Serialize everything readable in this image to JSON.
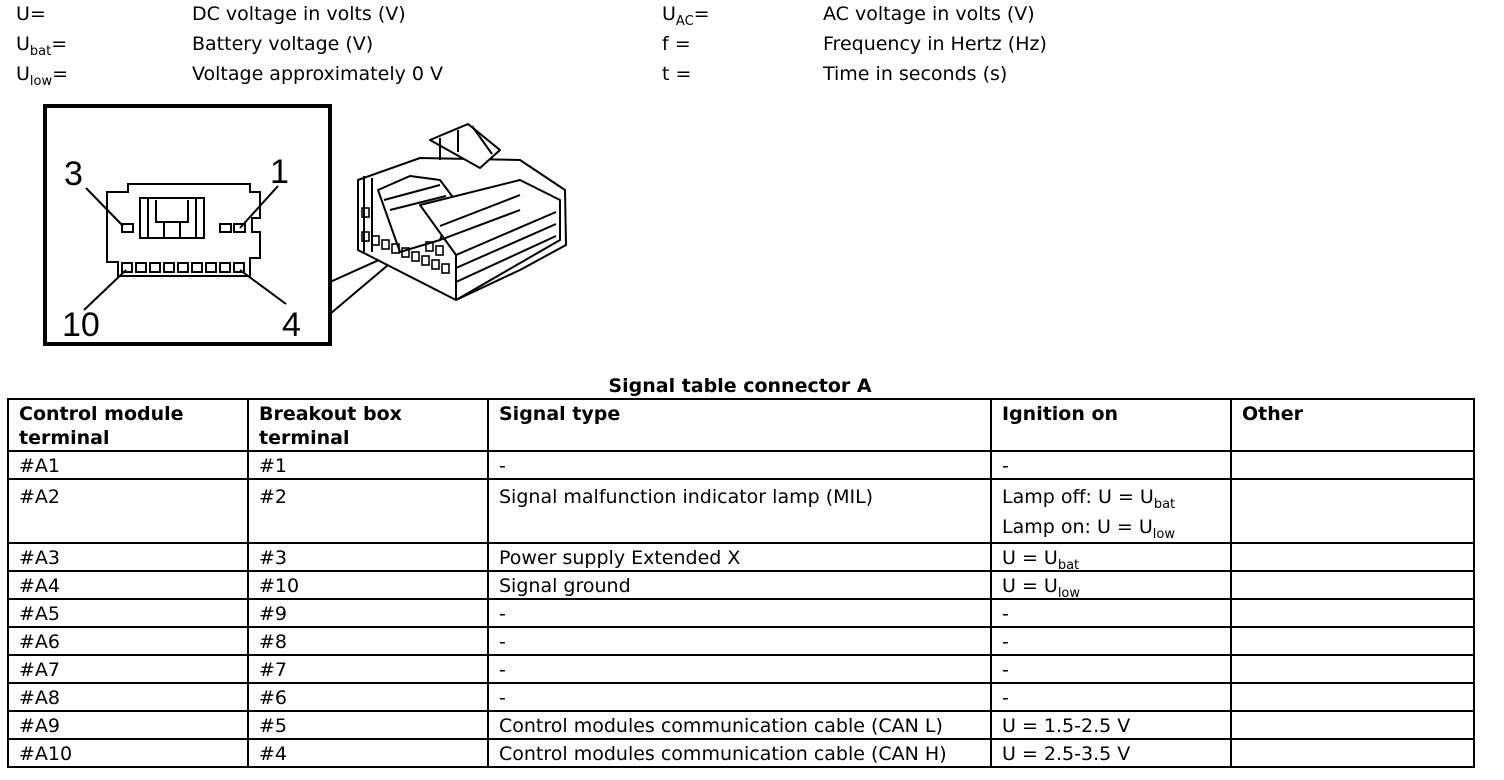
{
  "legend": [
    {
      "sym": "U",
      "sub": "",
      "eq": "=",
      "desc": "DC voltage in volts (V)"
    },
    {
      "sym": "U",
      "sub": "bat",
      "eq": "=",
      "desc": "Battery voltage (V)"
    },
    {
      "sym": "U",
      "sub": "low",
      "eq": "=",
      "desc": "Voltage approximately 0 V"
    },
    {
      "sym": "U",
      "sub": "AC",
      "eq": "=",
      "desc": "AC voltage in volts (V)"
    },
    {
      "sym": "f =",
      "sub": "",
      "eq": "",
      "desc": "Frequency in Hertz (Hz)"
    },
    {
      "sym": "t =",
      "sub": "",
      "eq": "",
      "desc": "Time in seconds (s)"
    }
  ],
  "diagram": {
    "pin_labels": {
      "top_left": "3",
      "top_right": "1",
      "bottom_left": "10",
      "bottom_right": "4"
    }
  },
  "table": {
    "title": "Signal table connector A",
    "headers": [
      "Control module terminal",
      "Breakout box terminal",
      "Signal type",
      "Ignition on",
      "Other"
    ],
    "rows": [
      {
        "cm": "#A1",
        "bb": "#1",
        "signal": "-",
        "ign": [
          {
            "text": "-",
            "sub": ""
          }
        ],
        "other": ""
      },
      {
        "cm": "#A2",
        "bb": "#2",
        "signal": "Signal malfunction indicator lamp (MIL)",
        "ign": [
          {
            "text": "Lamp off: U = U",
            "sub": "bat"
          },
          {
            "text": "Lamp on: U = U",
            "sub": "low"
          }
        ],
        "other": ""
      },
      {
        "cm": "#A3",
        "bb": "#3",
        "signal": "Power supply Extended X",
        "ign": [
          {
            "text": "U = U",
            "sub": "bat"
          }
        ],
        "other": ""
      },
      {
        "cm": "#A4",
        "bb": "#10",
        "signal": "Signal ground",
        "ign": [
          {
            "text": "U = U",
            "sub": "low"
          }
        ],
        "other": ""
      },
      {
        "cm": "#A5",
        "bb": "#9",
        "signal": "-",
        "ign": [
          {
            "text": "-",
            "sub": ""
          }
        ],
        "other": ""
      },
      {
        "cm": "#A6",
        "bb": "#8",
        "signal": "-",
        "ign": [
          {
            "text": "-",
            "sub": ""
          }
        ],
        "other": ""
      },
      {
        "cm": "#A7",
        "bb": "#7",
        "signal": "-",
        "ign": [
          {
            "text": "-",
            "sub": ""
          }
        ],
        "other": ""
      },
      {
        "cm": "#A8",
        "bb": "#6",
        "signal": "-",
        "ign": [
          {
            "text": "-",
            "sub": ""
          }
        ],
        "other": ""
      },
      {
        "cm": "#A9",
        "bb": "#5",
        "signal": "Control modules communication cable (CAN L)",
        "ign": [
          {
            "text": "U = 1.5-2.5 V",
            "sub": ""
          }
        ],
        "other": ""
      },
      {
        "cm": "#A10",
        "bb": "#4",
        "signal": "Control modules communication cable (CAN H)",
        "ign": [
          {
            "text": "U = 2.5-3.5 V",
            "sub": ""
          }
        ],
        "other": ""
      }
    ]
  }
}
